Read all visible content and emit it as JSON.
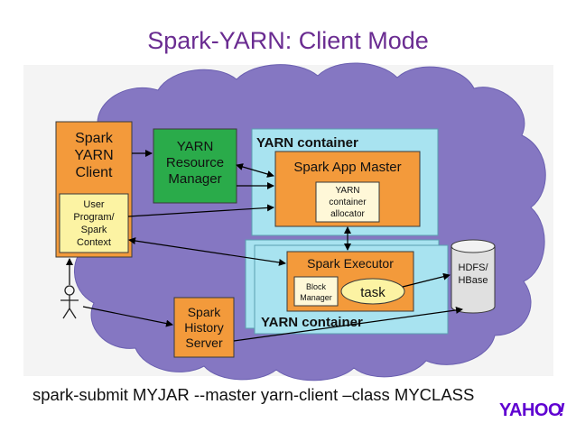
{
  "slide": {
    "title": "Spark-YARN: Client Mode",
    "command": "spark-submit MYJAR --master yarn-client –class MYCLASS",
    "logo": "YAHOO",
    "logo_mark": "!"
  },
  "diagram": {
    "client": {
      "line1": "Spark",
      "line2": "YARN",
      "line3": "Client"
    },
    "user_program": {
      "line1": "User",
      "line2": "Program/",
      "line3": "Spark",
      "line4": "Context"
    },
    "resource_manager": {
      "line1": "YARN",
      "line2": "Resource",
      "line3": "Manager"
    },
    "container_top": {
      "label": "YARN container"
    },
    "app_master": {
      "label": "Spark App Master"
    },
    "allocator": {
      "line1": "YARN",
      "line2": "container",
      "line3": "allocator"
    },
    "executor": {
      "label": "Spark Executor"
    },
    "block_manager": {
      "line1": "Block",
      "line2": "Manager"
    },
    "task": {
      "label": "task"
    },
    "container_bottom": {
      "label": "YARN container"
    },
    "storage": {
      "line1": "HDFS/",
      "line2": "HBase"
    },
    "history": {
      "line1": "Spark",
      "line2": "History",
      "line3": "Server"
    }
  },
  "colors": {
    "title": "#6a2c91",
    "cloud": "#8577c2",
    "container": "#a8e3f0",
    "orange": "#f39a3b",
    "green": "#2aab4a",
    "yellow": "#fcf3a3",
    "logo": "#5f01d1"
  },
  "icons": {
    "actor": "stick-figure-icon",
    "database": "cylinder-icon"
  }
}
